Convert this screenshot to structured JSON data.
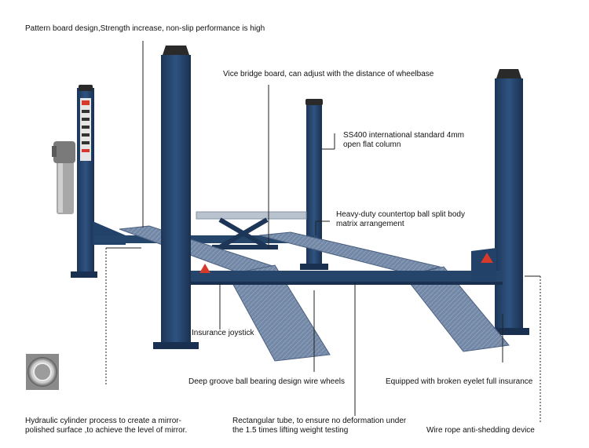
{
  "annotations": {
    "pattern_board": "Pattern board design,Strength increase, non-slip performance is high",
    "vice_bridge": "Vice bridge board, can adjust with the distance of wheelbase",
    "ss400_line1": "SS400 international standard 4mm",
    "ss400_line2": "open flat column",
    "countertop_line1": "Heavy-duty countertop ball split body",
    "countertop_line2": "matrix arrangement",
    "insurance_joystick": "Insurance joystick",
    "deep_groove": "Deep groove ball bearing design wire wheels",
    "broken_eyelet": "Equipped with broken eyelet full insurance",
    "hydraulic_line1": "Hydraulic cylinder process to create a mirror-",
    "hydraulic_line2": "polished surface ,to achieve the level of mirror.",
    "rect_tube_line1": "Rectangular tube, to ensure no deformation under",
    "rect_tube_line2": "the 1.5 times lifting weight testing",
    "wire_rope": "Wire rope anti-shedding device"
  },
  "colors": {
    "steel_blue": "#26456b",
    "steel_dark": "#1a3152",
    "platform": "#6d85a3",
    "platform_light": "#9fb1c6",
    "warning": "#d63a2a"
  }
}
